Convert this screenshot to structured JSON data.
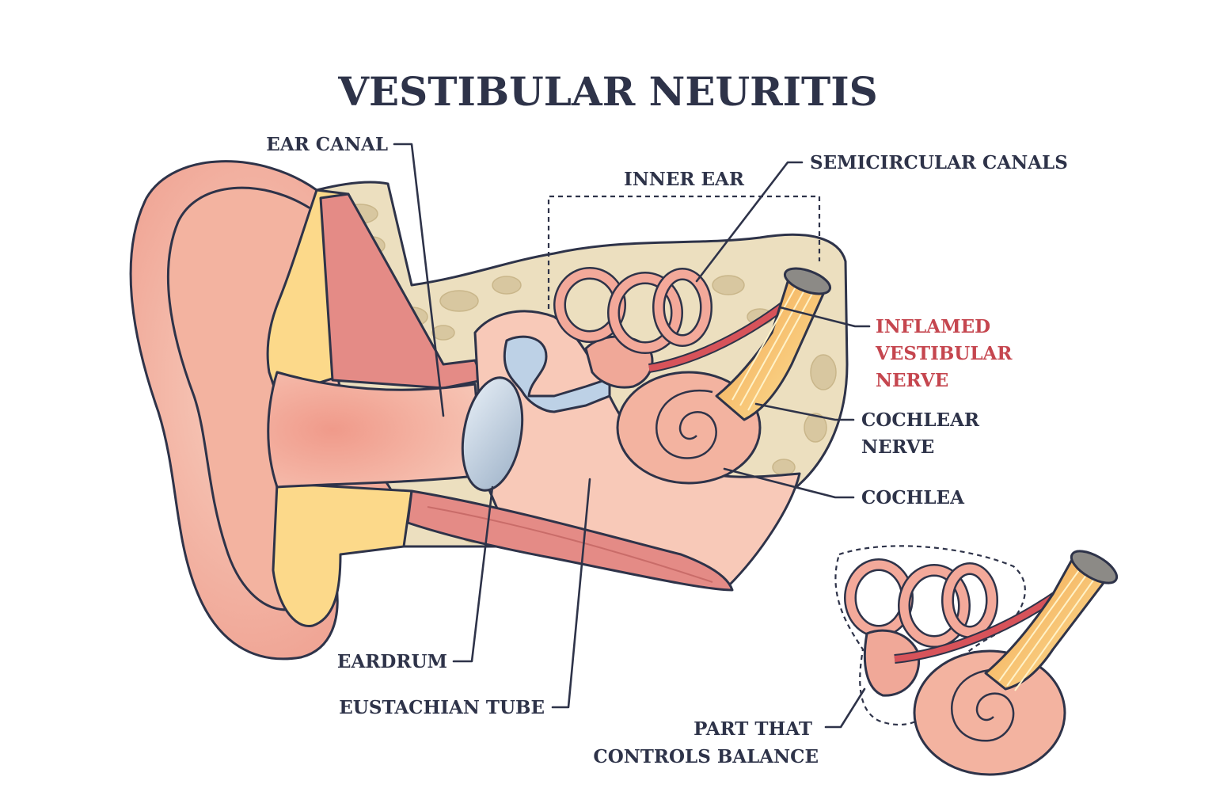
{
  "title": "VESTIBULAR NEURITIS",
  "labels": {
    "ear_canal": "EAR CANAL",
    "inner_ear": "INNER EAR",
    "semicircular_canals": "SEMICIRCULAR CANALS",
    "inflamed_nerve": [
      "INFLAMED",
      "VESTIBULAR",
      "NERVE"
    ],
    "cochlear_nerve": [
      "COCHLEAR",
      "NERVE"
    ],
    "cochlea": "COCHLEA",
    "eardrum": "EARDRUM",
    "eustachian_tube": "EUSTACHIAN TUBE",
    "balance_part": [
      "PART THAT",
      "CONTROLS BALANCE"
    ]
  },
  "colors": {
    "text": "#2e3349",
    "highlight_text": "#c5464f",
    "skin": "#f6c5b3",
    "cartilage": "#fcd98a",
    "bone": "#ecdfbf",
    "muscle": "#e48b86",
    "eardrum": "#c6d6e6",
    "nerve": "#f5c562"
  }
}
